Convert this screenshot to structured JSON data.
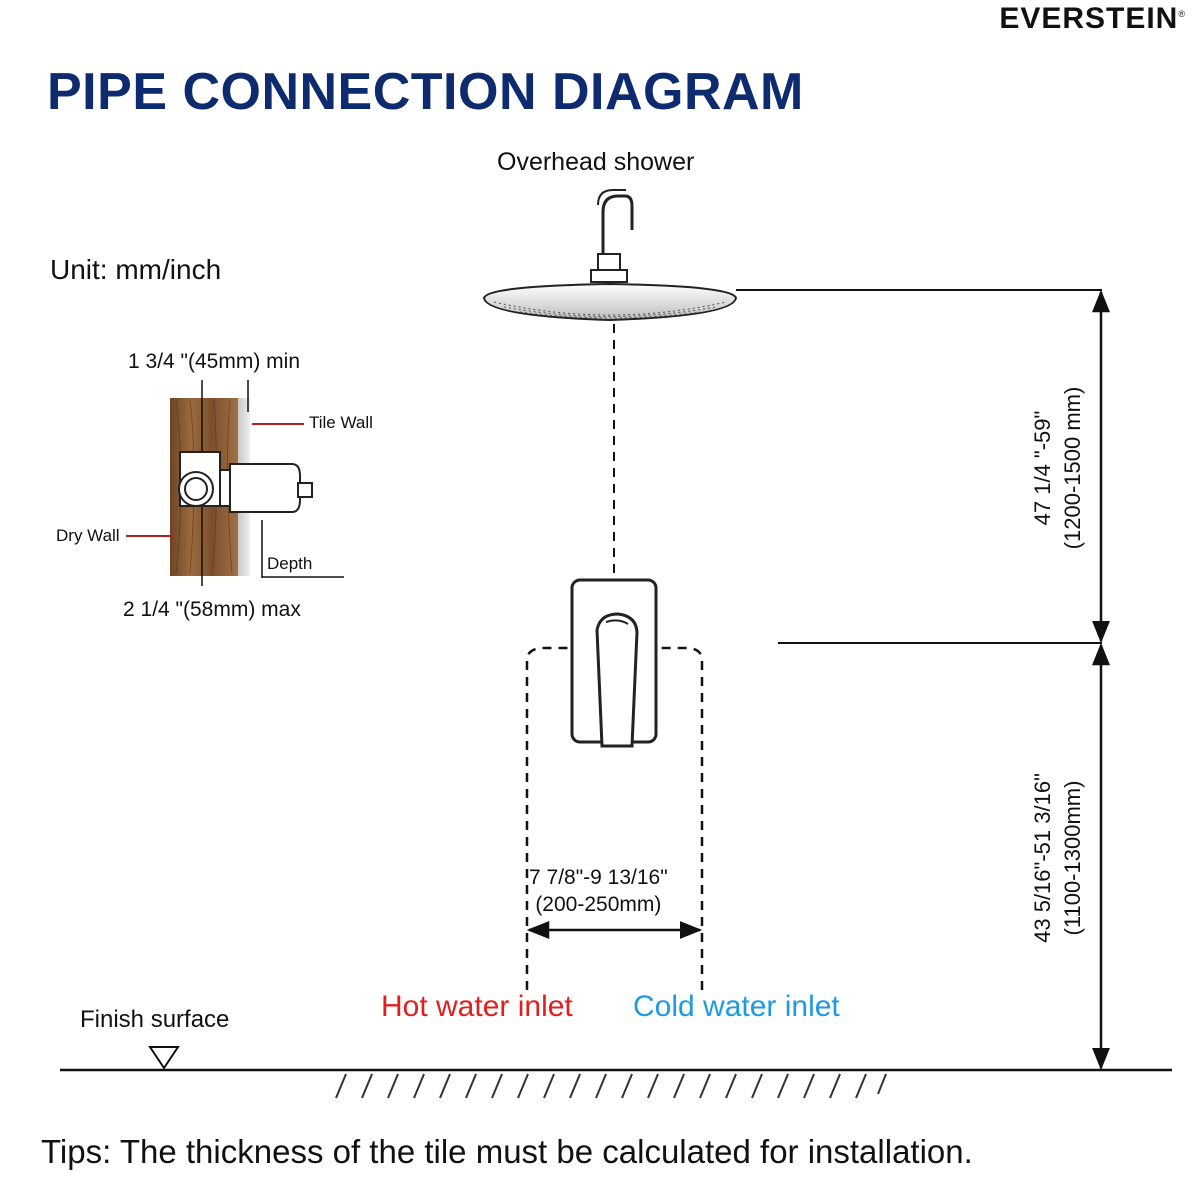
{
  "brand": "EVERSTEIN",
  "brand_mark": "®",
  "title": "PIPE CONNECTION DIAGRAM",
  "unit": "Unit: mm/inch",
  "overhead_shower": "Overhead shower",
  "valve_detail": {
    "min_label": "1 3/4 \"(45mm) min",
    "max_label": "2 1/4 \"(58mm) max",
    "tile_wall": "Tile Wall",
    "dry_wall": "Dry Wall",
    "depth": "Depth"
  },
  "dimensions": {
    "head_height_line1": "47 1/4 \"-59\"",
    "head_height_line2": "(1200-1500 mm)",
    "valve_height_line1": "43 5/16\"-51 3/16\"",
    "valve_height_line2": "(1100-1300mm)",
    "spacing_line1": "7 7/8\"-9 13/16\"",
    "spacing_line2": "(200-250mm)"
  },
  "inlets": {
    "hot": "Hot water inlet",
    "cold": "Cold water inlet"
  },
  "finish_surface": "Finish surface",
  "tips": "Tips: The thickness of the tile must be calculated for installation.",
  "colors": {
    "title": "#0d2b6e",
    "hot": "#e0201f",
    "cold": "#1e9ae2",
    "wood": "#8a5a33",
    "pointer": "#b01e23"
  }
}
